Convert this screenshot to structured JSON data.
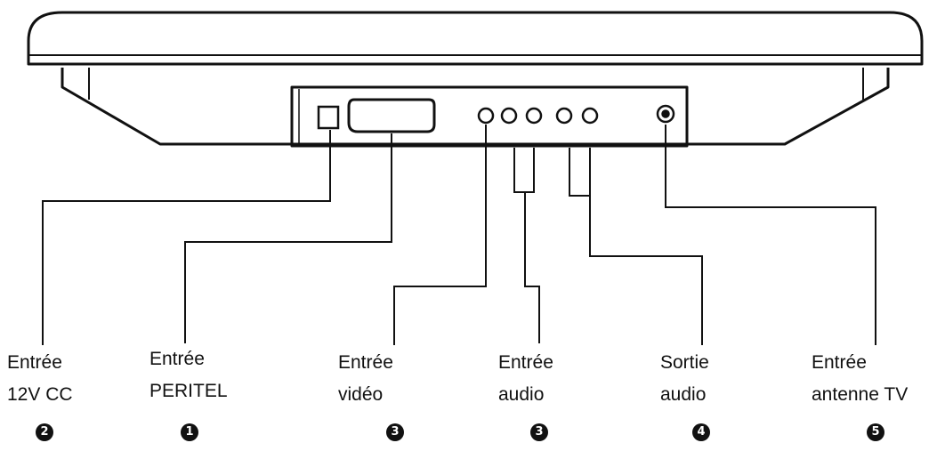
{
  "colors": {
    "ink": "#111111",
    "background": "#ffffff"
  },
  "connectors": [
    {
      "id": "dc-in",
      "lines": [
        "Entrée",
        "12V CC"
      ],
      "number": "2"
    },
    {
      "id": "scart-in",
      "lines": [
        "Entrée",
        "PERITEL"
      ],
      "number": "1"
    },
    {
      "id": "video-in",
      "lines": [
        "Entrée",
        "vidéo"
      ],
      "number": "3"
    },
    {
      "id": "audio-in",
      "lines": [
        "Entrée",
        "audio"
      ],
      "number": "3"
    },
    {
      "id": "audio-out",
      "lines": [
        "Sortie",
        "audio"
      ],
      "number": "4"
    },
    {
      "id": "antenna-in",
      "lines": [
        "Entrée",
        "antenne TV"
      ],
      "number": "5"
    }
  ]
}
